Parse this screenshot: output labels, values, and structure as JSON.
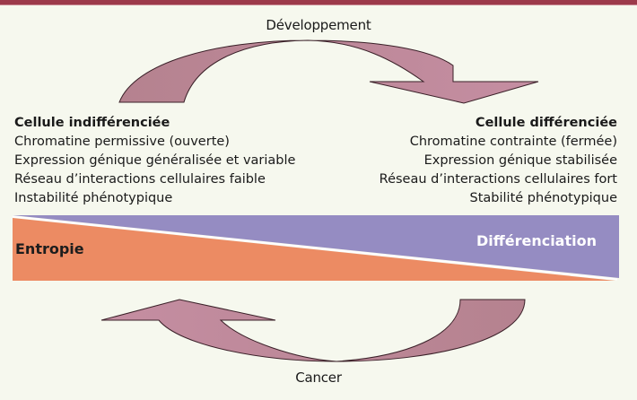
{
  "diagram": {
    "top_cycle_label": "Développement",
    "bottom_cycle_label": "Cancer",
    "left_cell": {
      "title": "Cellule indifférenciée",
      "properties": [
        "Chromatine permissive (ouverte)",
        "Expression génique généralisée et variable",
        "Réseau d’interactions cellulaires faible",
        "Instabilité phénotypique"
      ]
    },
    "right_cell": {
      "title": "Cellule différenciée",
      "properties": [
        "Chromatine contrainte (fermée)",
        "Expression génique stabilisée",
        "Réseau d’interactions cellulaires fort",
        "Stabilité phénotypique"
      ]
    },
    "gradient_band": {
      "left_label": "Entropie",
      "right_label": "Différenciation"
    },
    "colors": {
      "background": "#f6f8ee",
      "top_border": "#9c3a4a",
      "arrow_tail": "#b5828f",
      "arrow_head": "#c58ea2",
      "entropy": "#ec8b63",
      "differentiation": "#958cc2"
    }
  }
}
